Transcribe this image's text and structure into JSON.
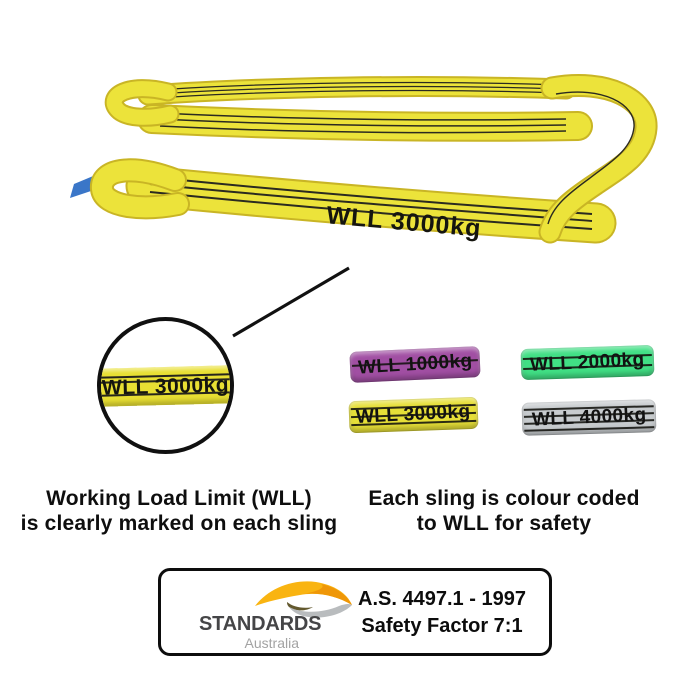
{
  "main_sling": {
    "label": "WLL 3000kg",
    "color": "#ece33a",
    "edge_color": "#c9b525",
    "stripe_color": "#2b2a20",
    "tag_color": "#3a76c8"
  },
  "magnifier": {
    "label": "WLL 3000kg",
    "band_color": "#e8df33"
  },
  "swatches": [
    {
      "label": "WLL 1000kg",
      "color": "#a14fa3",
      "stripes": 1
    },
    {
      "label": "WLL 2000kg",
      "color": "#41e085",
      "stripes": 2
    },
    {
      "label": "WLL 3000kg",
      "color": "#e6df38",
      "stripes": 3
    },
    {
      "label": "WLL 4000kg",
      "color": "#c7cbce",
      "stripes": 4
    }
  ],
  "captions": {
    "left_line1": "Working Load Limit (WLL)",
    "left_line2": "is clearly marked on each sling",
    "right_line1": "Each sling is colour coded",
    "right_line2": "to WLL for safety"
  },
  "standards_box": {
    "brand": "STANDARDS",
    "brand_sub": "Australia",
    "line1": "A.S. 4497.1 - 1997",
    "line2": "Safety Factor 7:1"
  }
}
